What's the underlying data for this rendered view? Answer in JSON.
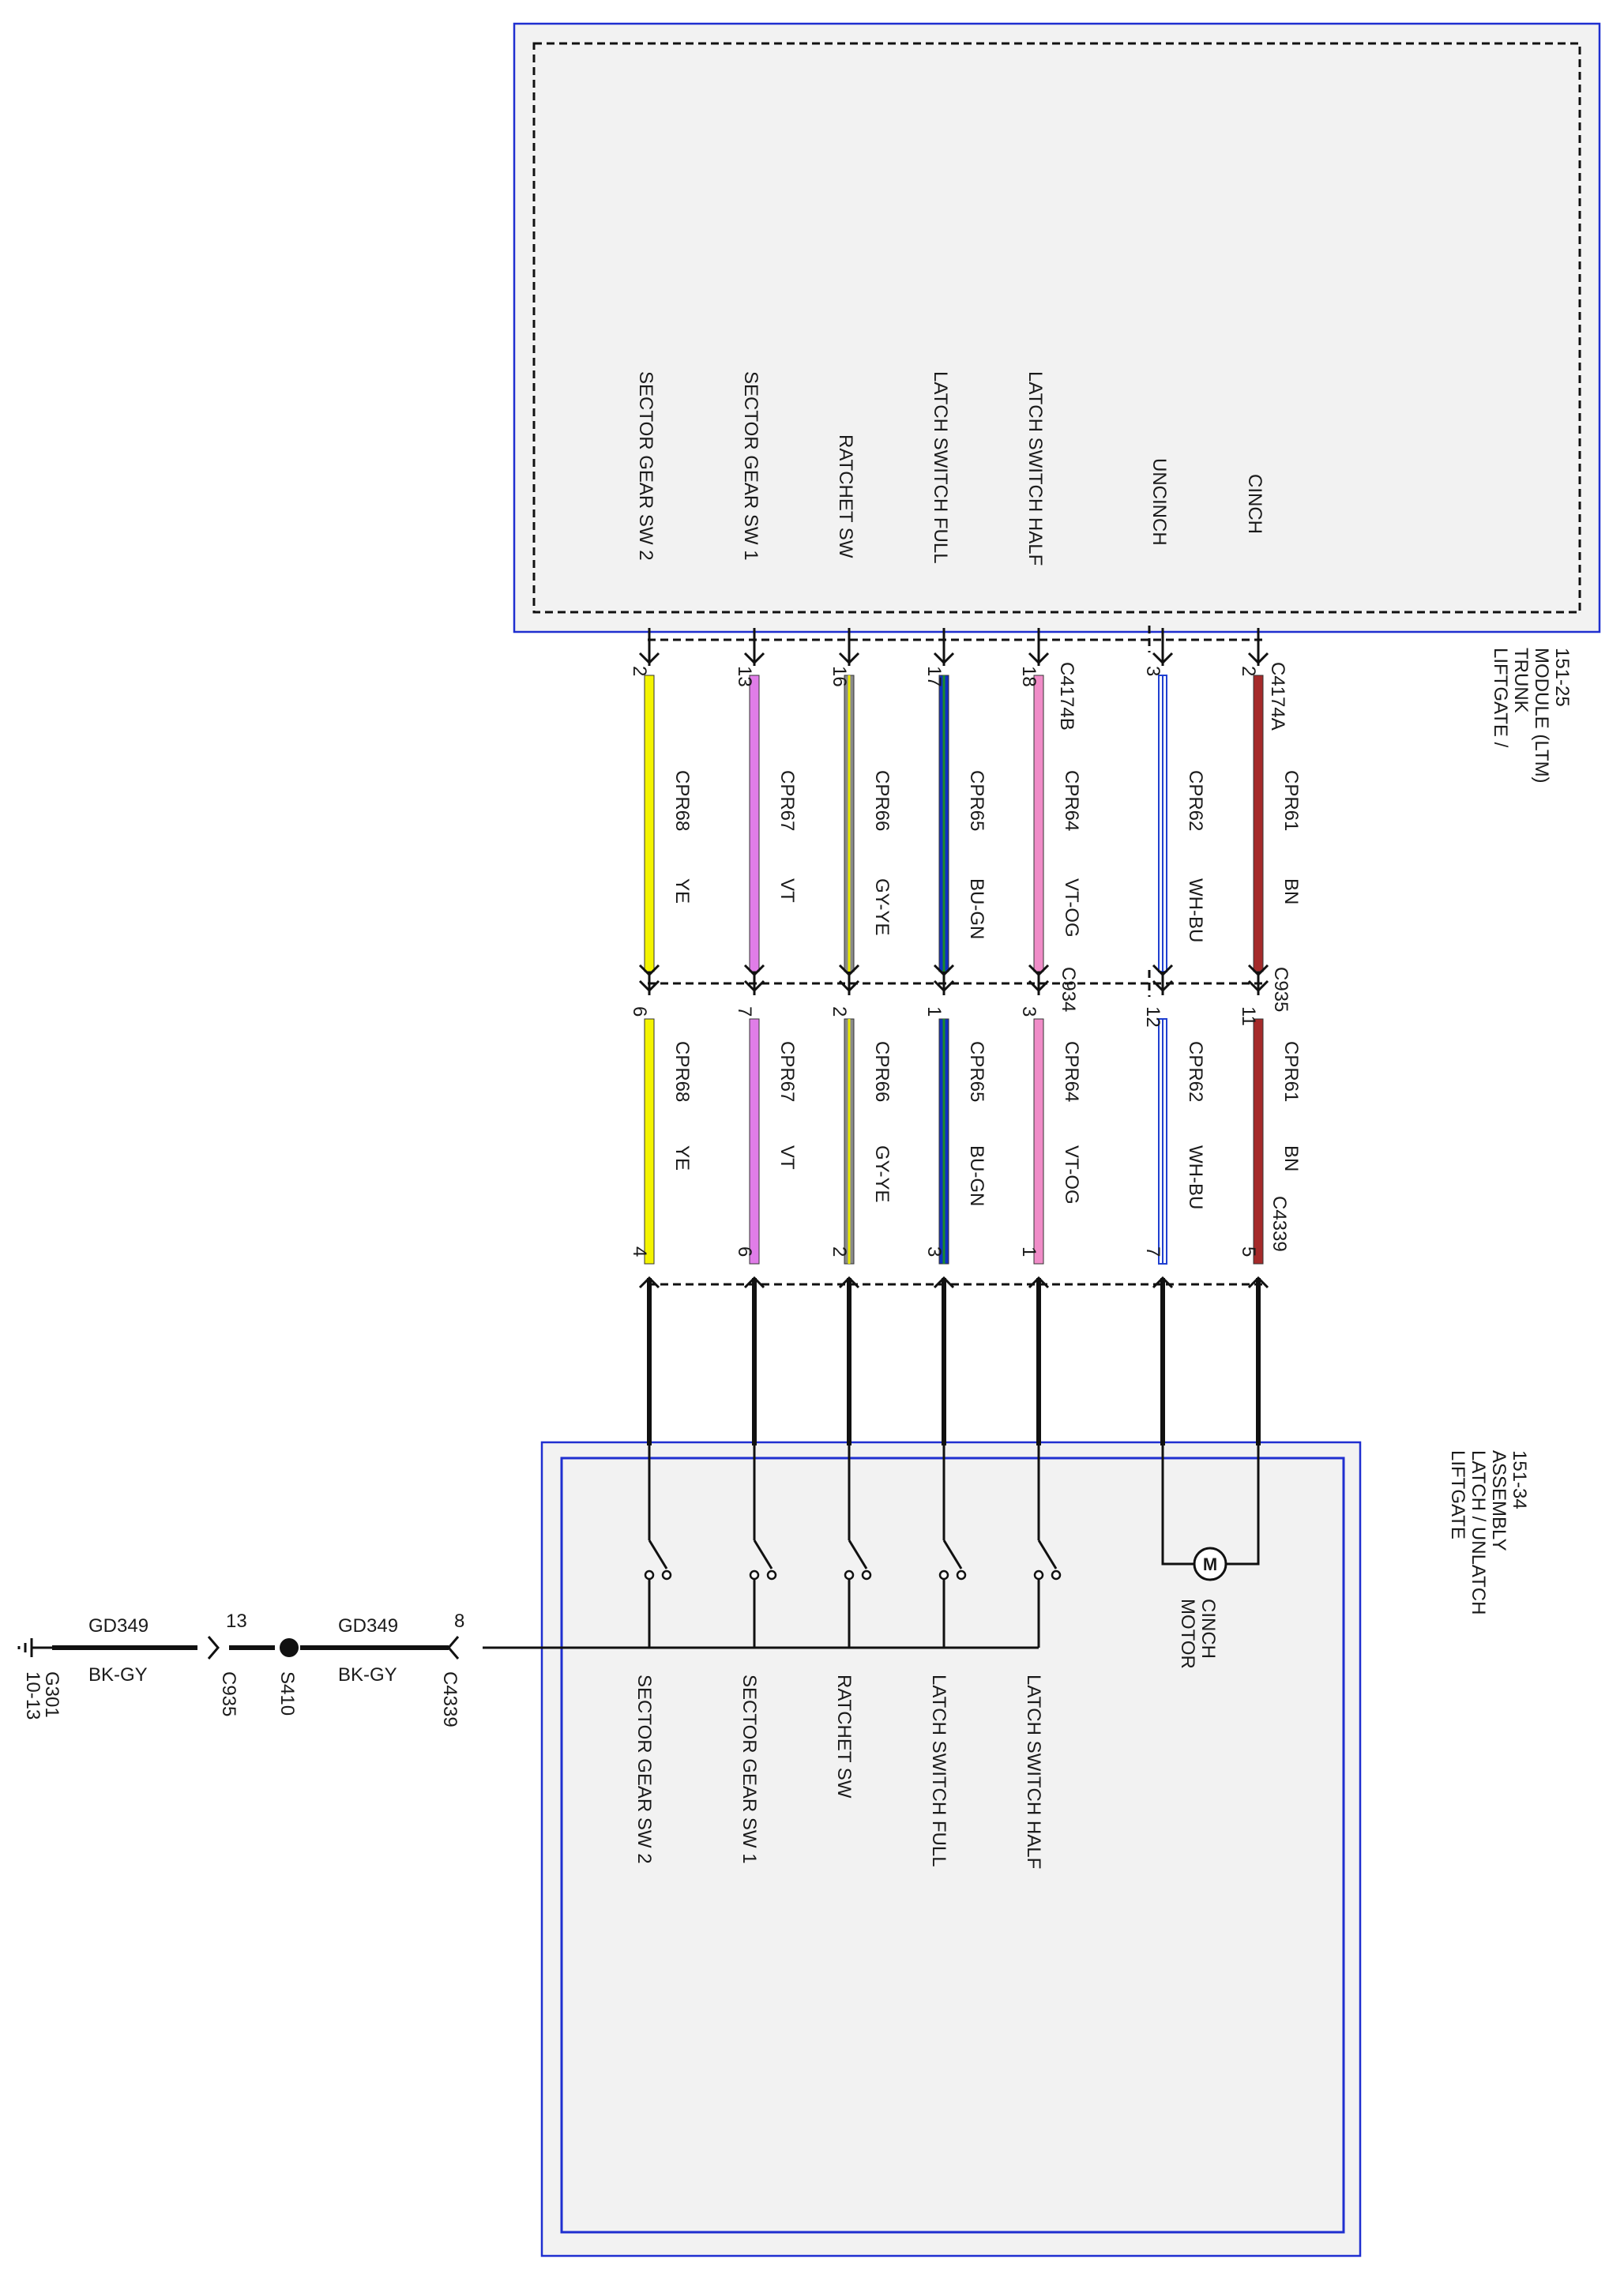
{
  "ltm": {
    "title": [
      "LIFTGATE /",
      "TRUNK",
      "MODULE (LTM)",
      "151-25"
    ],
    "connector_a": "C4174A",
    "connector_b": "C4174B"
  },
  "inline": {
    "c934": "C934",
    "c935": "C935"
  },
  "latch": {
    "title": [
      "LIFTGATE",
      "LATCH / UNLATCH",
      "ASSEMBLY",
      "151-34"
    ],
    "connector": "C4339",
    "motor_label": [
      "CINCH",
      "MOTOR"
    ],
    "motor_symbol": "M"
  },
  "wires": [
    {
      "key": "cinch",
      "ltm_label": "CINCH",
      "ltm_pin": "2",
      "circuit": "CPR61",
      "color_code": "BN",
      "color": "#a52a2a",
      "stripe": "",
      "c935_top": "11",
      "latch_pin": "5"
    },
    {
      "key": "uncinch",
      "ltm_label": "UNCINCH",
      "ltm_pin": "3",
      "circuit": "CPR62",
      "color_code": "WH-BU",
      "color": "#ffffff",
      "stripe": "#2040d0",
      "c935_top": "12",
      "latch_pin": "7"
    },
    {
      "key": "latch-half",
      "ltm_label": "LATCH SWITCH HALF",
      "ltm_pin": "18",
      "circuit": "CPR64",
      "color_code": "VT-OG",
      "color": "#f08cc8",
      "stripe": "",
      "c934_top": "3",
      "latch_pin": "1",
      "latch_label": "LATCH SWITCH HALF"
    },
    {
      "key": "latch-full",
      "ltm_label": "LATCH SWITCH FULL",
      "ltm_pin": "17",
      "circuit": "CPR65",
      "color_code": "BU-GN",
      "color": "#1030c0",
      "stripe": "#1a8a2a",
      "c934_top": "1",
      "latch_pin": "3",
      "latch_label": "LATCH SWITCH FULL"
    },
    {
      "key": "ratchet",
      "ltm_label": "RATCHET SW",
      "ltm_pin": "16",
      "circuit": "CPR66",
      "color_code": "GY-YE",
      "color": "#8a8a8a",
      "stripe": "#e8e800",
      "c934_top": "2",
      "latch_pin": "2",
      "latch_label": "RATCHET SW"
    },
    {
      "key": "sector1",
      "ltm_label": "SECTOR GEAR SW 1",
      "ltm_pin": "13",
      "circuit": "CPR67",
      "color_code": "VT",
      "color": "#e07de8",
      "stripe": "",
      "c934_top": "7",
      "latch_pin": "6",
      "latch_label": "SECTOR GEAR SW 1"
    },
    {
      "key": "sector2",
      "ltm_label": "SECTOR GEAR SW 2",
      "ltm_pin": "2",
      "circuit": "CPR68",
      "color_code": "YE",
      "color": "#f4f400",
      "stripe": "",
      "c934_top": "6",
      "latch_pin": "4",
      "latch_label": "SECTOR GEAR SW 2"
    }
  ],
  "ground": {
    "latch_pin": "8",
    "latch_connector": "C4339",
    "circuit": "GD349",
    "color_code": "BK-GY",
    "splice": "S410",
    "c935_pin": "13",
    "c935": "C935",
    "circuit2": "GD349",
    "color_code2": "BK-GY",
    "ground_id": "G301",
    "ground_ref": "10-13"
  }
}
